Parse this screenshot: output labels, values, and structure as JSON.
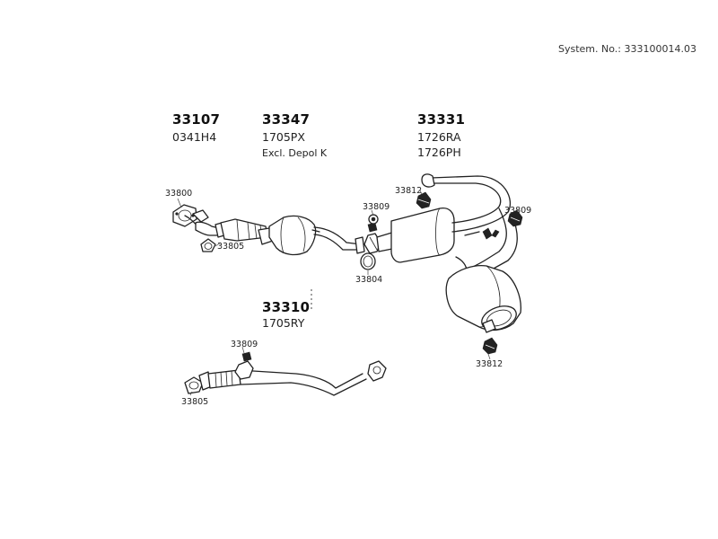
{
  "system_number": "System. No.: 333100014.03",
  "groups": {
    "g33107": {
      "part_no": "33107",
      "codes": [
        "0341H4"
      ]
    },
    "g33347": {
      "part_no": "33347",
      "codes": [
        "1705PX"
      ],
      "note": "Excl. Depol K"
    },
    "g33331": {
      "part_no": "33331",
      "codes": [
        "1726RA",
        "1726PH"
      ]
    },
    "g33310": {
      "part_no": "33310",
      "codes": [
        "1705RY"
      ]
    }
  },
  "callouts": {
    "c33800": "33800",
    "c33805_top": "33805",
    "c33809_mid": "33809",
    "c33812_top": "33812",
    "c33809_right": "33809",
    "c33804": "33804",
    "c33812_bottom": "33812",
    "c33809_lower": "33809",
    "c33805_lower": "33805"
  }
}
